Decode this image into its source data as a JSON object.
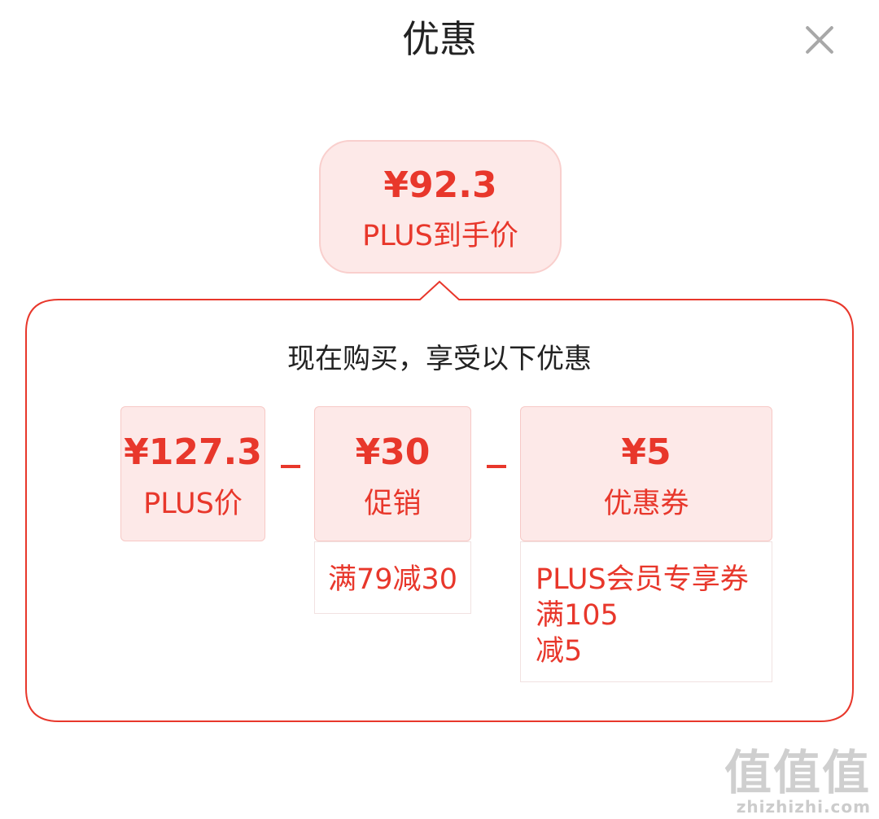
{
  "header": {
    "title": "优惠",
    "close_icon": "close-icon"
  },
  "final_price": {
    "amount": "¥92.3",
    "label": "PLUS到手价"
  },
  "breakdown": {
    "subtitle": "现在购买，享受以下优惠",
    "plus_price": {
      "amount": "¥127.3",
      "label": "PLUS价"
    },
    "promotion": {
      "amount": "¥30",
      "label": "促销",
      "detail": "满79减30"
    },
    "coupon": {
      "amount": "¥5",
      "label": "优惠券",
      "detail_lines": [
        "PLUS会员专享券",
        "满105",
        "减5"
      ]
    }
  },
  "watermark": {
    "glyphs": "值值值",
    "url": "zhizhizhi.com"
  },
  "colors": {
    "accent": "#e8372b",
    "card_bg": "#fde9e8",
    "card_border": "#f7c9c6",
    "panel_border": "#e8372b"
  }
}
